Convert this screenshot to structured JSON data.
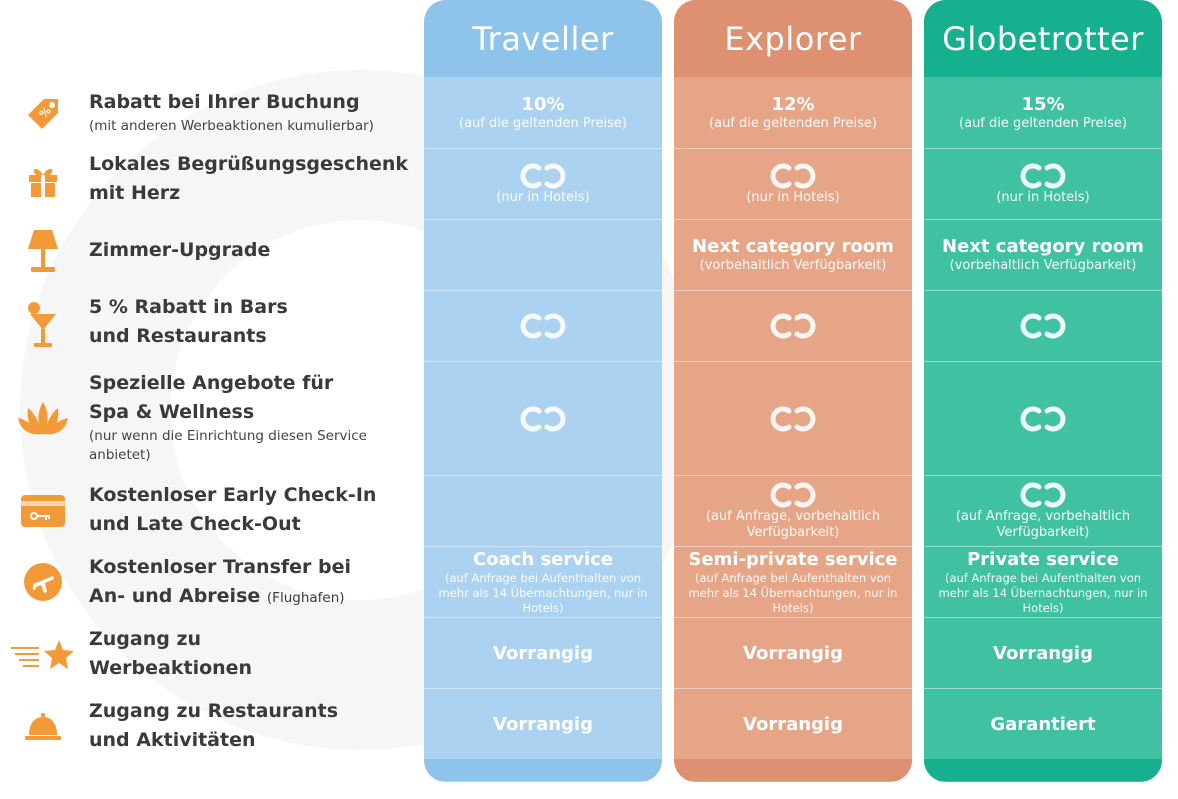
{
  "colors": {
    "accent_icon": "#f39a38",
    "traveller": "#8ec3eb",
    "explorer": "#de9170",
    "globetrotter": "#17b08e"
  },
  "features": [
    {
      "icon": "price-tag-icon",
      "title": "Rabatt bei Ihrer Buchung",
      "sub": "(mit anderen Werbeaktionen kumulierbar)",
      "inline": ""
    },
    {
      "icon": "gift-icon",
      "title": "Lokales Begrüßungsgeschenk\nmit Herz",
      "sub": "",
      "inline": ""
    },
    {
      "icon": "lamp-icon",
      "title": "Zimmer-Upgrade",
      "sub": "",
      "inline": ""
    },
    {
      "icon": "cocktail-icon",
      "title": "5 % Rabatt in Bars\nund Restaurants",
      "sub": "",
      "inline": ""
    },
    {
      "icon": "lotus-icon",
      "title": "Spezielle Angebote für\nSpa & Wellness",
      "sub": "(nur wenn die Einrichtung diesen Service anbietet)",
      "inline": ""
    },
    {
      "icon": "keycard-icon",
      "title": "Kostenloser Early Check-In\nund Late Check-Out",
      "sub": "",
      "inline": ""
    },
    {
      "icon": "airplane-icon",
      "title": "Kostenloser Transfer bei\nAn- und Abreise",
      "sub": "",
      "inline": "(Flughafen)"
    },
    {
      "icon": "star-icon",
      "title": "Zugang zu\nWerbeaktionen",
      "sub": "",
      "inline": ""
    },
    {
      "icon": "reception-bell-icon",
      "title": "Zugang zu Restaurants\nund Aktivitäten",
      "sub": "",
      "inline": ""
    }
  ],
  "tiers": [
    {
      "name": "Traveller",
      "cells": [
        {
          "main": "10%",
          "sub": "(auf die geltenden Preise)",
          "check": false
        },
        {
          "main": "",
          "sub": "(nur in Hotels)",
          "check": true
        },
        {
          "main": "",
          "sub": "",
          "check": false
        },
        {
          "main": "",
          "sub": "",
          "check": true
        },
        {
          "main": "",
          "sub": "",
          "check": true
        },
        {
          "main": "",
          "sub": "",
          "check": false
        },
        {
          "main": "Coach service",
          "sub": "(auf Anfrage bei Aufenthalten von mehr als 14 Übernachtungen, nur in Hotels)",
          "check": false
        },
        {
          "main": "Vorrangig",
          "sub": "",
          "check": false
        },
        {
          "main": "Vorrangig",
          "sub": "",
          "check": false
        }
      ]
    },
    {
      "name": "Explorer",
      "cells": [
        {
          "main": "12%",
          "sub": "(auf die geltenden Preise)",
          "check": false
        },
        {
          "main": "",
          "sub": "(nur in Hotels)",
          "check": true
        },
        {
          "main": "Next category room",
          "sub": "(vorbehaltlich Verfügbarkeit)",
          "check": false
        },
        {
          "main": "",
          "sub": "",
          "check": true
        },
        {
          "main": "",
          "sub": "",
          "check": true
        },
        {
          "main": "",
          "sub": "(auf Anfrage, vorbehaltlich Verfügbarkeit)",
          "check": true
        },
        {
          "main": "Semi-private service",
          "sub": "(auf Anfrage bei Aufenthalten von mehr als 14 Übernachtungen, nur in Hotels)",
          "check": false
        },
        {
          "main": "Vorrangig",
          "sub": "",
          "check": false
        },
        {
          "main": "Vorrangig",
          "sub": "",
          "check": false
        }
      ]
    },
    {
      "name": "Globetrotter",
      "cells": [
        {
          "main": "15%",
          "sub": "(auf die geltenden Preise)",
          "check": false
        },
        {
          "main": "",
          "sub": "(nur in Hotels)",
          "check": true
        },
        {
          "main": "Next category room",
          "sub": "(vorbehaltlich Verfügbarkeit)",
          "check": false
        },
        {
          "main": "",
          "sub": "",
          "check": true
        },
        {
          "main": "",
          "sub": "",
          "check": true
        },
        {
          "main": "",
          "sub": "(auf Anfrage, vorbehaltlich Verfügbarkeit)",
          "check": true
        },
        {
          "main": "Private service",
          "sub": "(auf Anfrage bei Aufenthalten von mehr als 14 Übernachtungen, nur in Hotels)",
          "check": false
        },
        {
          "main": "Vorrangig",
          "sub": "",
          "check": false
        },
        {
          "main": "Garantiert",
          "sub": "",
          "check": false
        }
      ]
    }
  ]
}
